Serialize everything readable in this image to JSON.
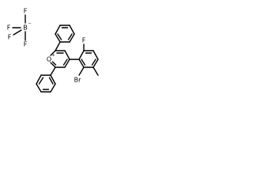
{
  "molecule": {
    "anion": {
      "fluorines": [
        "F",
        "F",
        "F",
        "F"
      ],
      "boron": "B",
      "charge": "−"
    },
    "cation": {
      "oxygen": "O",
      "charge": "+",
      "fluorine": "F",
      "bromine": "Br"
    }
  },
  "colors": {
    "bond": "#000000",
    "background": "#ffffff"
  }
}
